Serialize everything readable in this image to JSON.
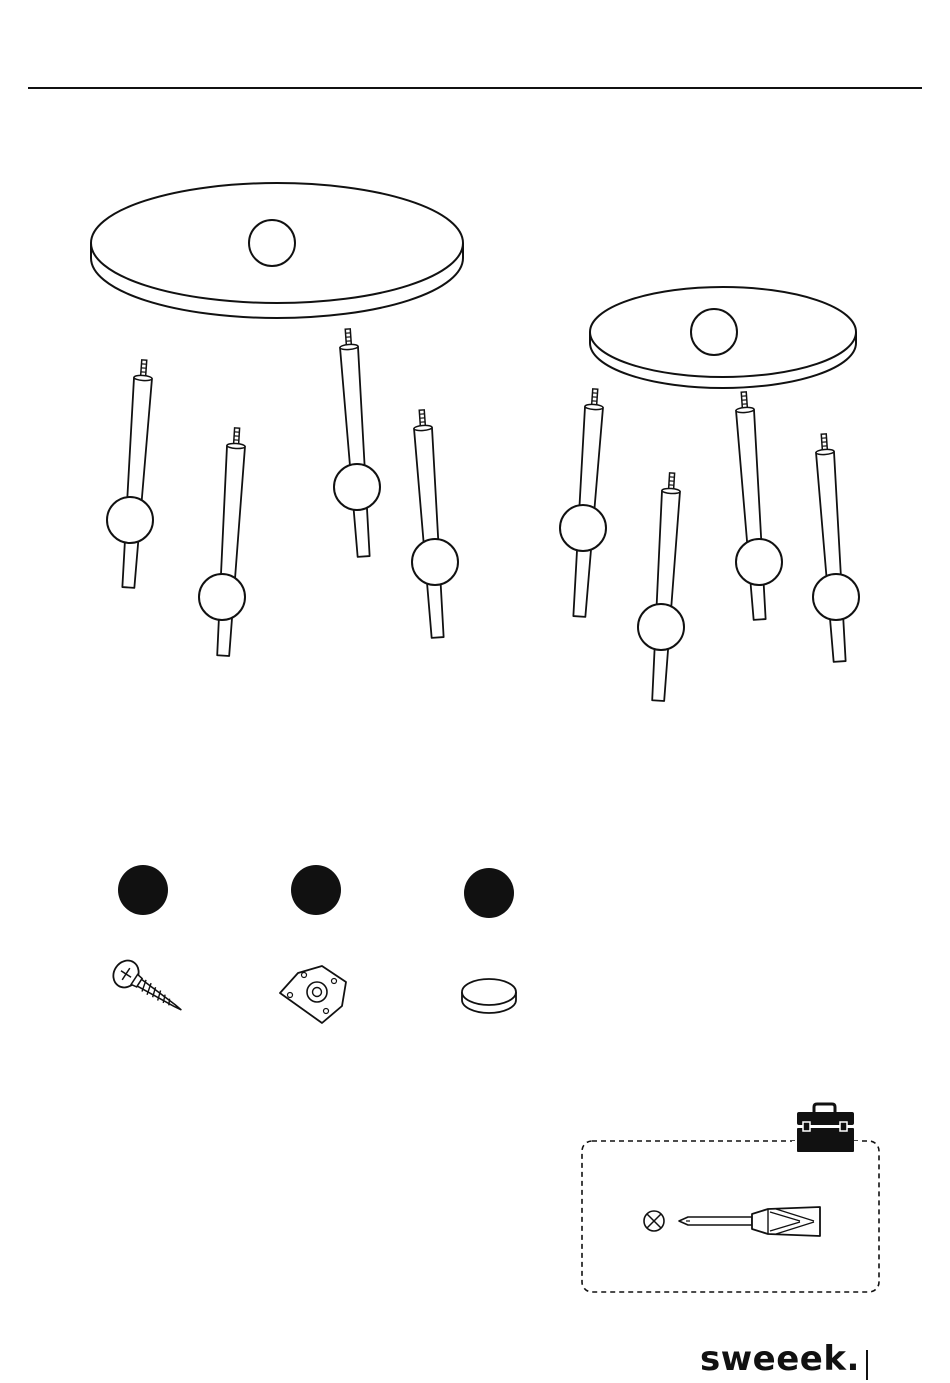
{
  "brand": {
    "name": "sweeek."
  },
  "colors": {
    "ink": "#111111",
    "paper": "#ffffff"
  },
  "parts": {
    "large_table": {
      "legs": 4
    },
    "small_table": {
      "legs": 4
    }
  },
  "hardware": [
    {
      "icon": "screw-icon"
    },
    {
      "icon": "mounting-plate-icon"
    },
    {
      "icon": "felt-pad-icon"
    }
  ],
  "tools": {
    "box_icon": "toolbox-icon",
    "items": [
      "phillips-screwdriver-icon"
    ]
  }
}
